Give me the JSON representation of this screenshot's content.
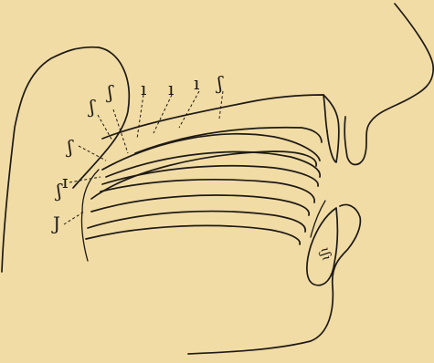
{
  "figure": {
    "colors": {
      "paper": "#f1dca6",
      "ink": "#1e1a14"
    },
    "symbols": {
      "s1": "ʃ",
      "s2": "ʃ",
      "s3": "ı",
      "s4": "ı",
      "s5": "ı",
      "s6": "ʃ",
      "s7": "ʃ",
      "s8": "ɪ",
      "s9": "ʃ",
      "s10": "J"
    },
    "lip_symbols": "ɩʃɩ"
  }
}
